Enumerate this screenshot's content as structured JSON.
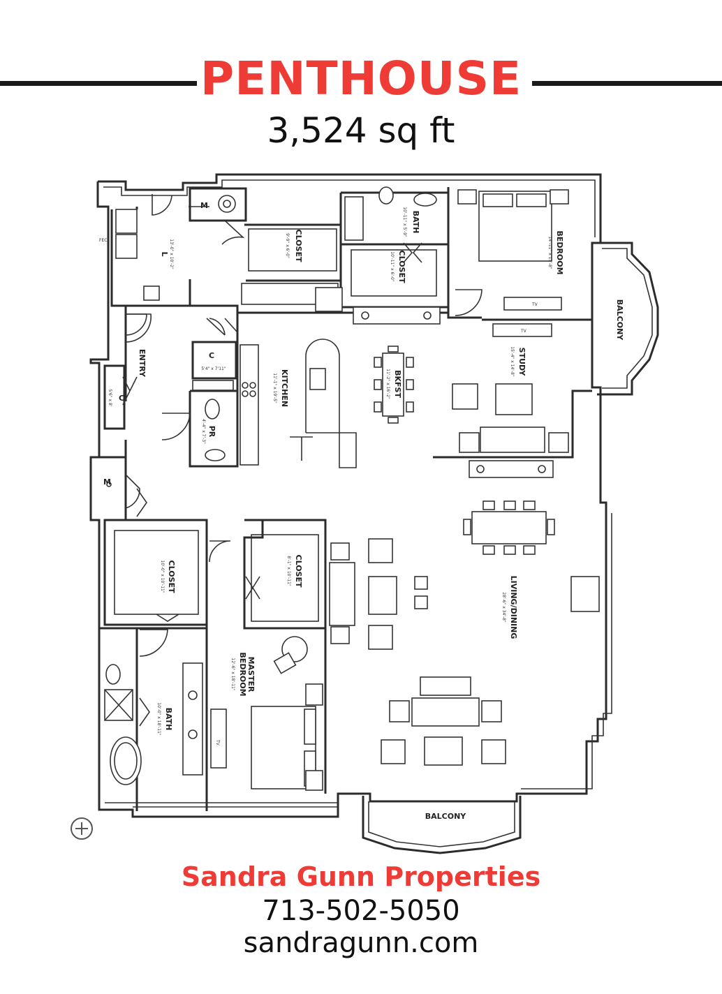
{
  "header": {
    "title": "PENTHOUSE",
    "size": "3,524 sq ft"
  },
  "plan": {
    "rooms": {
      "closet_top": "CLOSET",
      "closet_top_dim": "9'-9\" x 6'-0\"",
      "bath_top": "BATH",
      "bath_top_dim": "10'-11\" x 5'-9\"",
      "closet_bath": "CLOSET",
      "closet_bath_dim": "10'-11\" x 6'-0\"",
      "bedroom": "BEDROOM",
      "bedroom_dim": "14'-11\" x 13'-8\"",
      "balcony_east": "BALCONY",
      "laundry": "L",
      "laundry_dim": "13'-0\" x 10'-2\"",
      "fec": "FEC",
      "mech_top": "M",
      "entry": "ENTRY",
      "closet_c1": "C",
      "closet_c1_dim": "5'4\" x 7'11\"",
      "closet_c2": "C",
      "closet_c2_dim": "5'6\" x 8'",
      "kitchen": "KITCHEN",
      "kitchen_dim": "11'-1\" x 19'-5\"",
      "bkfst": "BKFST",
      "bkfst_dim": "11'-2\" x 16'-2\"",
      "study": "STUDY",
      "study_dim": "15'-4\" x 14'-8\"",
      "pr": "PR",
      "pr_dim": "4'-4\" x 7'-3\"",
      "mech_left": "M",
      "closet_master": "CLOSET",
      "closet_master_dim": "10'-0\" x 10'-11\"",
      "closet_mid": "CLOSET",
      "closet_mid_dim": "8'-1\" x 10'-11\"",
      "living": "LIVING/DINING",
      "living_dim": "28'-6\" x 34'-8\"",
      "master_bedroom_1": "MASTER",
      "master_bedroom_2": "BEDROOM",
      "master_bedroom_dim": "12'-6\" x 18'-11\"",
      "bath_master": "BATH",
      "bath_master_dim": "10'-0\" x 18'-11\"",
      "balcony_south": "BALCONY",
      "tv1": "TV",
      "tv2": "TV",
      "tv3": "TV"
    }
  },
  "footer": {
    "company": "Sandra Gunn Properties",
    "phone": "713-502-5050",
    "website": "sandragunn.com"
  },
  "icons": {
    "zoom": "plus-circle-icon"
  },
  "colors": {
    "accent": "#ef3b36",
    "text": "#111111",
    "line": "#2b2b2b"
  }
}
